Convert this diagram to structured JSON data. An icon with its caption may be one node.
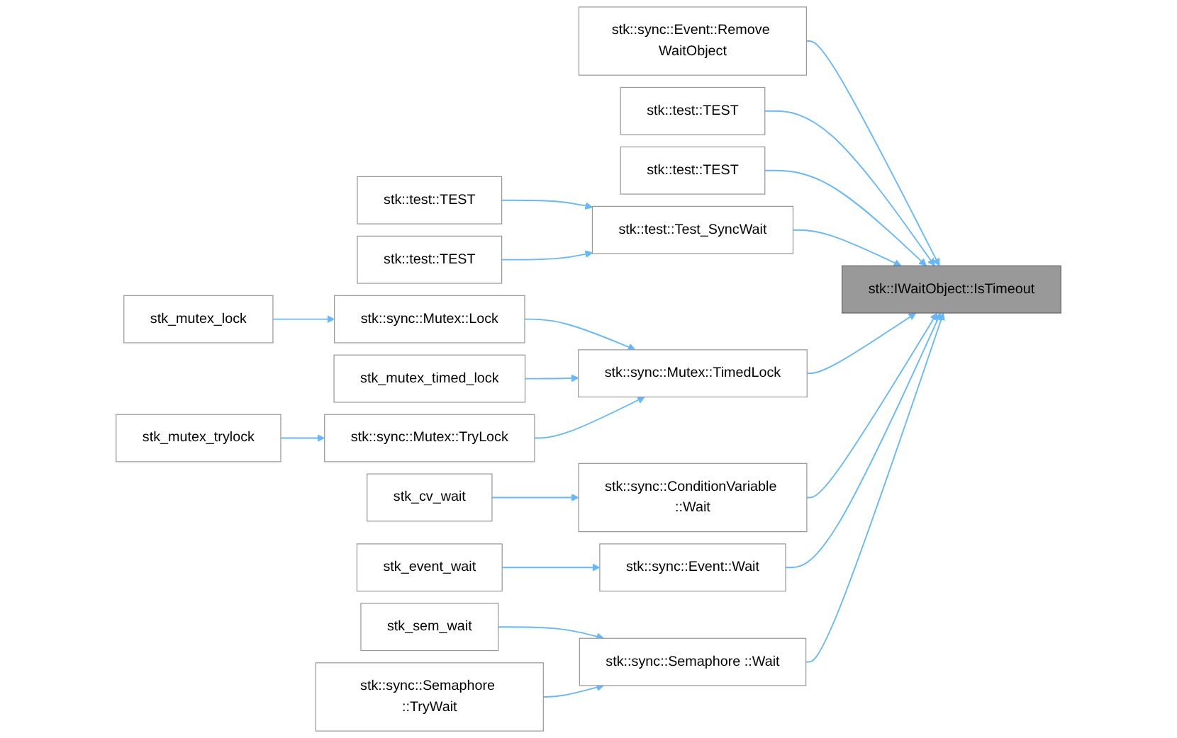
{
  "diagram": {
    "nodes": [
      {
        "text": [
          "stk::sync::Event::Remove WaitObject"
        ]
      },
      {
        "text": [
          "stk::test::TEST"
        ]
      },
      {
        "text": [
          "stk::test::TEST"
        ]
      },
      {
        "text": [
          "stk::test::TEST"
        ]
      },
      {
        "text": [
          "stk::test::TEST"
        ]
      },
      {
        "text": [
          "stk_mutex_lock"
        ]
      },
      {
        "text": [
          "stk::sync::Mutex::Lock"
        ]
      },
      {
        "text": [
          "stk::test::Test_SyncWait"
        ]
      },
      {
        "text": [
          "stk::IWaitObject::IsTimeout"
        ]
      },
      {
        "text": [
          "stk_mutex_timed_lock"
        ]
      },
      {
        "text": [
          "stk::sync::Mutex::TimedLock"
        ]
      },
      {
        "text": [
          "stk_mutex_trylock"
        ]
      },
      {
        "text": [
          "stk::sync::Mutex::TryLock"
        ]
      },
      {
        "text": [
          "stk::sync::ConditionVariable ::Wait"
        ]
      },
      {
        "text": [
          "stk_cv_wait"
        ]
      },
      {
        "text": [
          "stk_event_wait"
        ]
      },
      {
        "text": [
          "stk::sync::Event::Wait"
        ]
      },
      {
        "text": [
          "stk_sem_wait"
        ]
      },
      {
        "text": [
          "stk::sync::Semaphore ::Wait"
        ]
      },
      {
        "text": [
          "stk::sync::Semaphore ::TryWait"
        ]
      }
    ],
    "edges": [
      {
        "from": 0,
        "to": 8,
        "arrow": "to"
      },
      {
        "from": 2,
        "to": 8,
        "arrow": "to"
      },
      {
        "from": 4,
        "to": 8,
        "arrow": "to"
      },
      {
        "from": 7,
        "to": 8,
        "arrow": "to"
      },
      {
        "from": 10,
        "to": 8,
        "arrow": "to"
      },
      {
        "from": 13,
        "to": 8,
        "arrow": "to"
      },
      {
        "from": 16,
        "to": 8,
        "arrow": "to"
      },
      {
        "from": 18,
        "to": 8,
        "arrow": "to"
      },
      {
        "from": 1,
        "to": 7,
        "arrow": "to"
      },
      {
        "from": 3,
        "to": 7,
        "arrow": "to"
      },
      {
        "from": 5,
        "to": 6,
        "arrow": "to"
      },
      {
        "from": 6,
        "to": 10,
        "arrow": "to"
      },
      {
        "from": 9,
        "to": 10,
        "arrow": "to"
      },
      {
        "from": 12,
        "to": 10,
        "arrow": "to"
      },
      {
        "from": 11,
        "to": 12,
        "arrow": "to"
      },
      {
        "from": 14,
        "to": 13,
        "arrow": "to"
      },
      {
        "from": 15,
        "to": 16,
        "arrow": "to"
      },
      {
        "from": 17,
        "to": 18,
        "arrow": "to"
      },
      {
        "from": 19,
        "to": 18,
        "arrow": "to"
      }
    ]
  }
}
